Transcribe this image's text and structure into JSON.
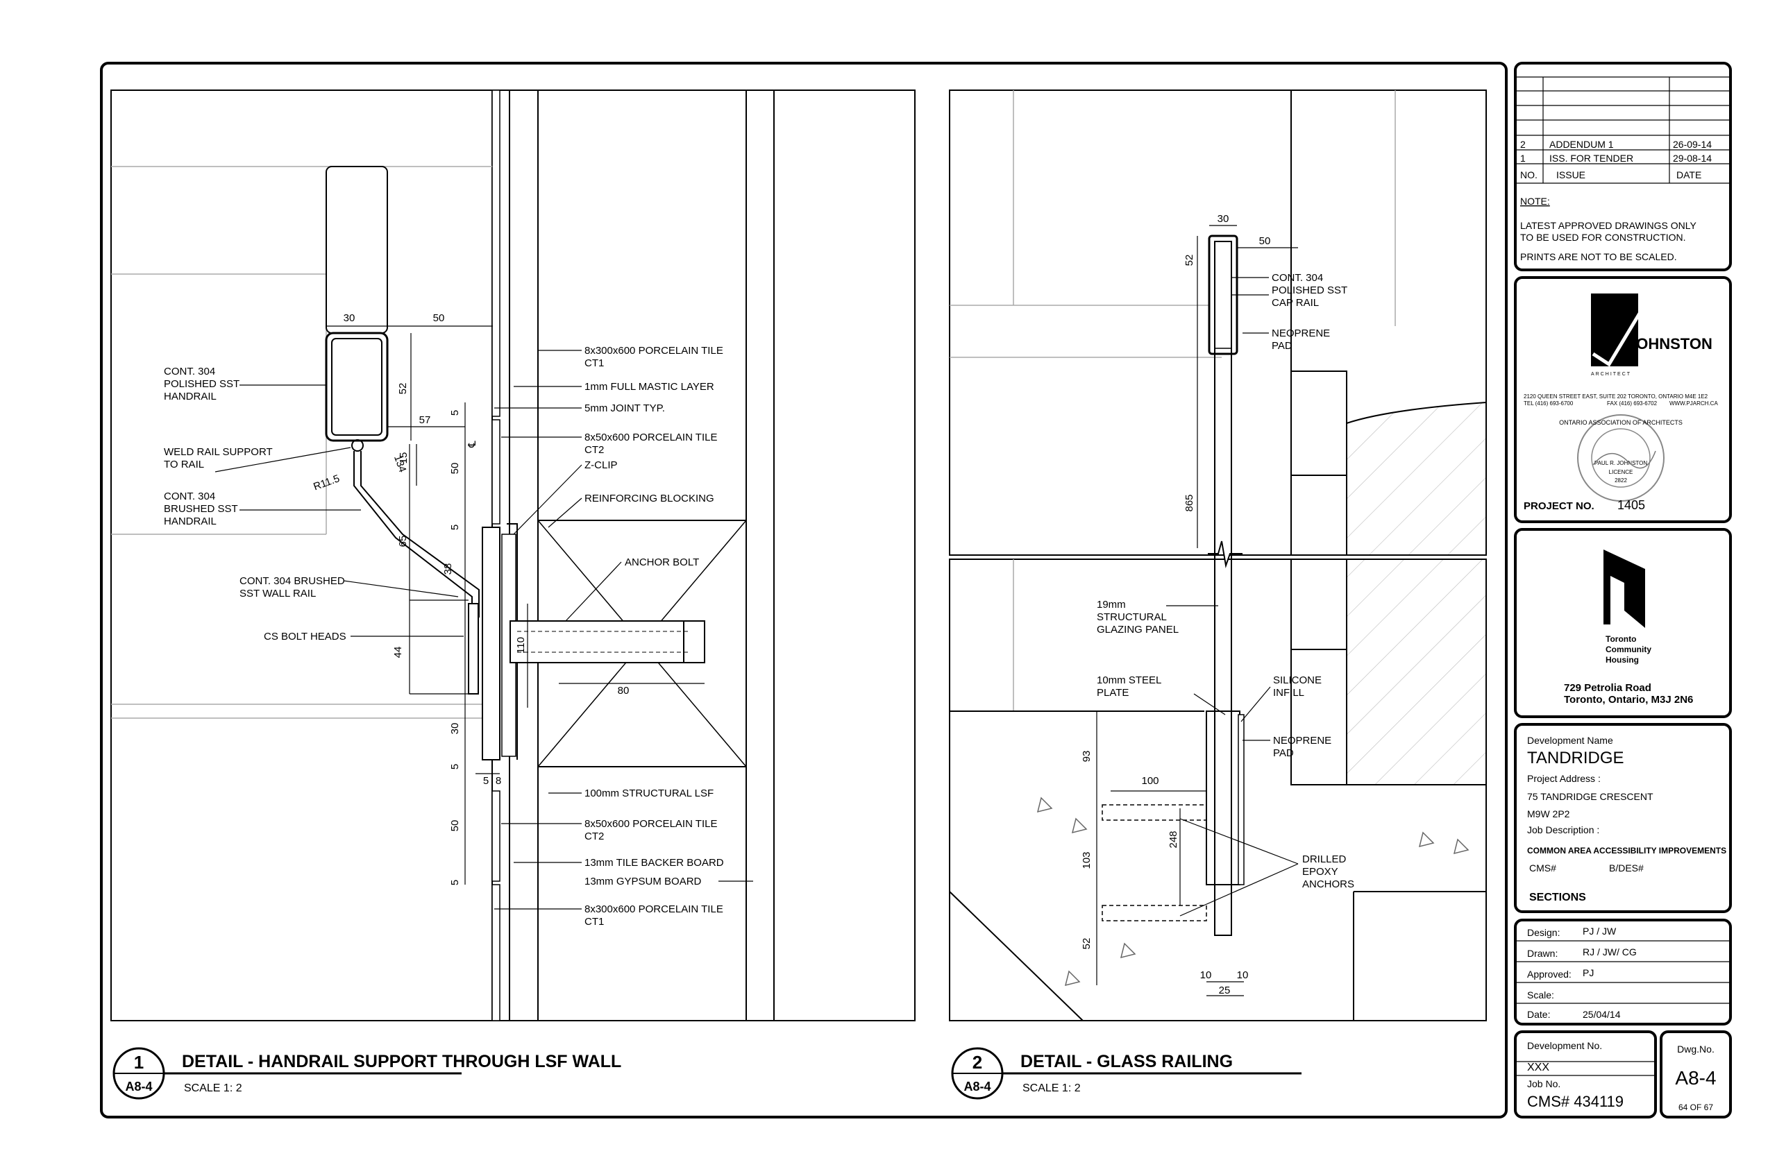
{
  "detail1": {
    "number": "1",
    "sheet_ref": "A8-4",
    "title": "DETAIL - HANDRAIL SUPPORT THROUGH LSF WALL",
    "scale": "SCALE  1: 2",
    "dims": {
      "d30": "30",
      "d50a": "50",
      "d52": "52",
      "d57": "57",
      "d5a": "5",
      "d15": "15",
      "d134": "134",
      "d50b": "50",
      "r115": "R11.5",
      "d5b": "5",
      "d65": "65",
      "d38": "38",
      "d110": "110",
      "d44": "44",
      "d80": "80",
      "d30b": "30",
      "d5c": "5",
      "d5d": "5",
      "d8": "8",
      "d50c": "50",
      "d5e": "5",
      "cl": "℄"
    },
    "left_labels": {
      "handrail_l1": "CONT. 304",
      "handrail_l2": "POLISHED SST",
      "handrail_l3": "HANDRAIL",
      "weld_l1": "WELD RAIL SUPPORT",
      "weld_l2": "TO RAIL",
      "brushed_l1": "CONT. 304",
      "brushed_l2": "BRUSHED SST",
      "brushed_l3": "HANDRAIL",
      "wallrail_l1": "CONT. 304 BRUSHED",
      "wallrail_l2": "SST WALL RAIL",
      "bolt_heads": "CS BOLT HEADS"
    },
    "right_labels": {
      "tile1_l1": "8x300x600 PORCELAIN TILE",
      "tile1_l2": "CT1",
      "mastic": "1mm FULL MASTIC LAYER",
      "joint": "5mm JOINT TYP.",
      "tile2_l1": "8x50x600 PORCELAIN TILE",
      "tile2_l2": "CT2",
      "zclip": "Z-CLIP",
      "blocking": "REINFORCING BLOCKING",
      "anchor": "ANCHOR BOLT",
      "lsf": "100mm STRUCTURAL LSF",
      "tile3_l1": "8x50x600 PORCELAIN TILE",
      "tile3_l2": "CT2",
      "backer": "13mm TILE BACKER BOARD",
      "gypsum": "13mm GYPSUM BOARD",
      "tile4_l1": "8x300x600 PORCELAIN TILE",
      "tile4_l2": "CT1"
    }
  },
  "detail2": {
    "number": "2",
    "sheet_ref": "A8-4",
    "title": "DETAIL - GLASS RAILING",
    "scale": "SCALE  1: 2",
    "dims": {
      "d30": "30",
      "d50": "50",
      "d52": "52",
      "d865": "865",
      "d93": "93",
      "d100": "100",
      "d248": "248",
      "d103": "103",
      "d52b": "52",
      "d10a": "10",
      "d10b": "10",
      "d25": "25"
    },
    "labels": {
      "cap_l1": "CONT. 304",
      "cap_l2": "POLISHED SST",
      "cap_l3": "CAP RAIL",
      "pad1_l1": "NEOPRENE",
      "pad1_l2": "PAD",
      "glazing_l1": "19mm",
      "glazing_l2": "STRUCTURAL",
      "glazing_l3": "GLAZING PANEL",
      "plate_l1": "10mm STEEL",
      "plate_l2": "PLATE",
      "silicone_l1": "SILICONE",
      "silicone_l2": "INFILL",
      "pad2_l1": "NEOPRENE",
      "pad2_l2": "PAD",
      "anchors_l1": "DRILLED",
      "anchors_l2": "EPOXY",
      "anchors_l3": "ANCHORS"
    }
  },
  "title_block": {
    "revisions": [
      {
        "no": "2",
        "issue": "ADDENDUM 1",
        "date": "26-09-14"
      },
      {
        "no": "1",
        "issue": "ISS. FOR TENDER",
        "date": "29-08-14"
      }
    ],
    "rev_headers": {
      "no": "NO.",
      "issue": "ISSUE",
      "date": "DATE"
    },
    "note_label": "NOTE:",
    "note_l1": "LATEST APPROVED DRAWINGS ONLY",
    "note_l2": "TO BE USED FOR CONSTRUCTION.",
    "note_l3": "PRINTS ARE NOT TO BE SCALED.",
    "architect_logo": "JOHNSTON",
    "architect_tag": "ARCHITECT",
    "architect_address": "2120 QUEEN STREET EAST, SUITE 202 TORONTO, ONTARIO M4E 1E2",
    "architect_tel": "TEL (416) 693-6700",
    "architect_fax": "FAX (416) 693-6702",
    "architect_web": "WWW.PJARCH.CA",
    "seal_text": "ONTARIO ASSOCIATION OF ARCHITECTS",
    "seal_name": "PAUL R. JOHNSTON",
    "seal_licence": "LICENCE",
    "seal_number": "2822",
    "project_no_label": "PROJECT NO.",
    "project_no": "1405",
    "client_l1": "Toronto",
    "client_l2": "Community",
    "client_l3": "Housing",
    "client_address_l1": "729 Petrolia Road",
    "client_address_l2": "Toronto, Ontario, M3J 2N6",
    "dev_name_label": "Development Name",
    "dev_name": "TANDRIDGE",
    "address_label": "Project Address :",
    "address_l1": "75 TANDRIDGE CRESCENT",
    "address_l2": "M9W 2P2",
    "job_desc_label": "Job Description :",
    "job_desc": "COMMON AREA ACCESSIBILITY IMPROVEMENTS",
    "cms_label": "CMS#",
    "bdes_label": "B/DES#",
    "sheet_title": "SECTIONS",
    "design_label": "Design:",
    "design": "PJ / JW",
    "drawn_label": "Drawn:",
    "drawn": "RJ / JW/ CG",
    "approved_label": "Approved:",
    "approved": "PJ",
    "scale_label": "Scale:",
    "scale": "",
    "date_label": "Date:",
    "date": "25/04/14",
    "dev_no_label": "Development No.",
    "dev_no": "XXX",
    "job_no_label": "Job No.",
    "job_no": "CMS# 434119",
    "dwg_no_label": "Dwg.No.",
    "dwg_no": "A8-4",
    "sheet_count": "64 OF  67"
  }
}
